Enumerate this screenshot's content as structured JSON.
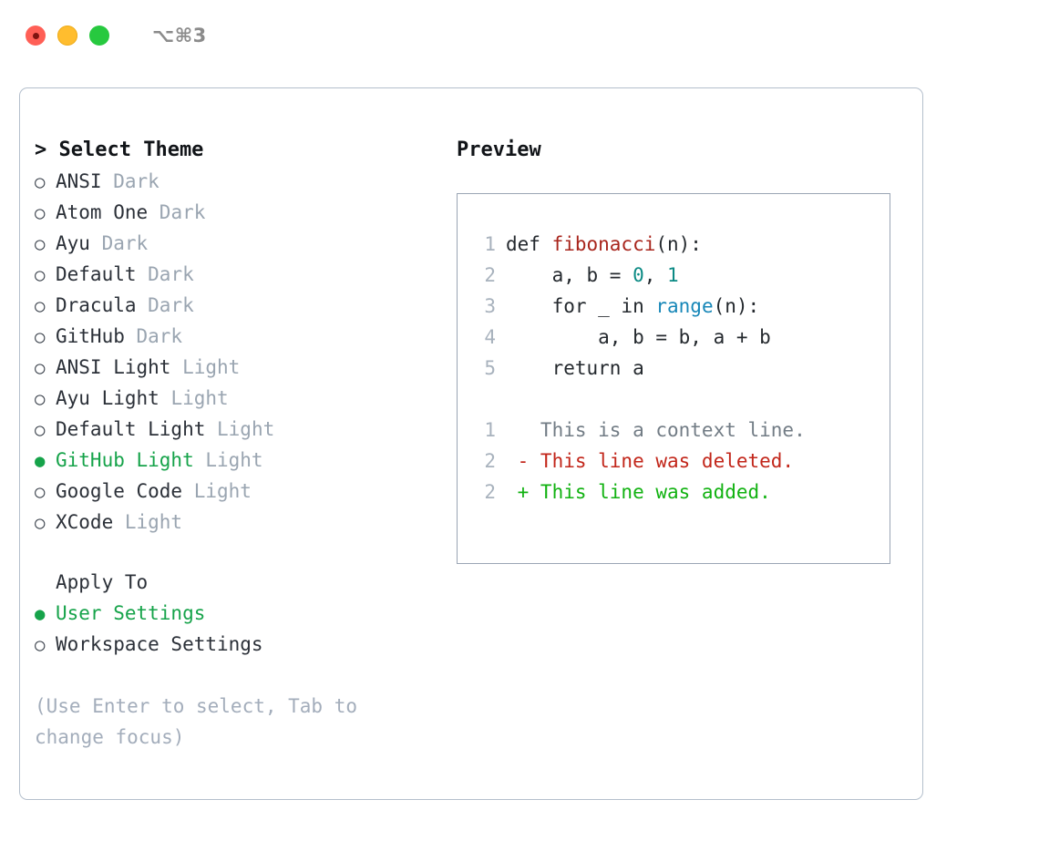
{
  "window": {
    "shortcut_label": "⌥⌘3",
    "traffic_lights": [
      {
        "name": "close",
        "color": "#ff5f56"
      },
      {
        "name": "minimize",
        "color": "#ffbd2e"
      },
      {
        "name": "maximize",
        "color": "#27c93f"
      }
    ]
  },
  "theme_panel": {
    "heading": "> Select Theme",
    "marker_unselected": "○",
    "marker_selected": "●",
    "items": [
      {
        "marker": "○",
        "name": "ANSI",
        "variant": "Dark",
        "selected": false
      },
      {
        "marker": "○",
        "name": "Atom One",
        "variant": "Dark",
        "selected": false
      },
      {
        "marker": "○",
        "name": "Ayu",
        "variant": "Dark",
        "selected": false
      },
      {
        "marker": "○",
        "name": "Default",
        "variant": "Dark",
        "selected": false
      },
      {
        "marker": "○",
        "name": "Dracula",
        "variant": "Dark",
        "selected": false
      },
      {
        "marker": "○",
        "name": "GitHub",
        "variant": "Dark",
        "selected": false
      },
      {
        "marker": "○",
        "name": "ANSI Light",
        "variant": "Light",
        "selected": false
      },
      {
        "marker": "○",
        "name": "Ayu Light",
        "variant": "Light",
        "selected": false
      },
      {
        "marker": "○",
        "name": "Default Light",
        "variant": "Light",
        "selected": false
      },
      {
        "marker": "●",
        "name": "GitHub Light",
        "variant": "Light",
        "selected": true
      },
      {
        "marker": "○",
        "name": "Google Code",
        "variant": "Light",
        "selected": false
      },
      {
        "marker": "○",
        "name": "XCode",
        "variant": "Light",
        "selected": false
      }
    ]
  },
  "apply_to": {
    "label": "Apply To",
    "options": [
      {
        "marker": "●",
        "name": "User Settings",
        "selected": true
      },
      {
        "marker": "○",
        "name": "Workspace Settings",
        "selected": false
      }
    ]
  },
  "hint": "(Use Enter to select, Tab to change focus)",
  "preview": {
    "heading": "Preview",
    "code_lines": [
      {
        "no": "1",
        "tokens": [
          {
            "text": "def ",
            "style": "plain"
          },
          {
            "text": "fibonacci",
            "style": "fn"
          },
          {
            "text": "(n):",
            "style": "plain"
          }
        ]
      },
      {
        "no": "2",
        "tokens": [
          {
            "text": "    a, b = ",
            "style": "plain"
          },
          {
            "text": "0",
            "style": "num"
          },
          {
            "text": ", ",
            "style": "plain"
          },
          {
            "text": "1",
            "style": "num"
          }
        ]
      },
      {
        "no": "3",
        "tokens": [
          {
            "text": "    for _ in ",
            "style": "plain"
          },
          {
            "text": "range",
            "style": "call"
          },
          {
            "text": "(n):",
            "style": "plain"
          }
        ]
      },
      {
        "no": "4",
        "tokens": [
          {
            "text": "        a, b = b, a + b",
            "style": "plain"
          }
        ]
      },
      {
        "no": "5",
        "tokens": [
          {
            "text": "    return a",
            "style": "plain"
          }
        ]
      }
    ],
    "diff_lines": [
      {
        "no": "1",
        "tokens": [
          {
            "text": "   This is a context line.",
            "style": "ctx"
          }
        ]
      },
      {
        "no": "2",
        "tokens": [
          {
            "text": " - This line was deleted.",
            "style": "del"
          }
        ]
      },
      {
        "no": "2",
        "tokens": [
          {
            "text": " + This line was added.",
            "style": "add"
          }
        ]
      }
    ]
  }
}
